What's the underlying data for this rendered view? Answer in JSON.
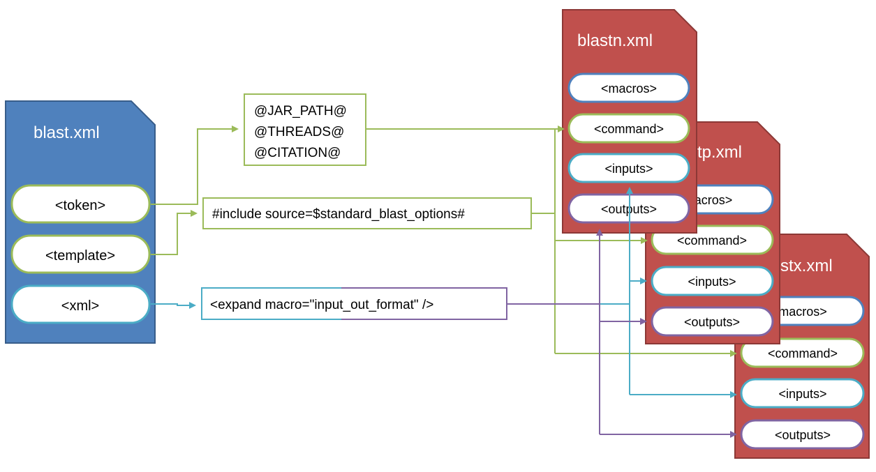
{
  "colors": {
    "blue_doc": "#4F81BD",
    "blue_doc_border": "#385D8A",
    "red_doc": "#C0504D",
    "red_doc_border": "#8C3836",
    "green": "#9BBB59",
    "cyan": "#4BACC6",
    "purple": "#8064A2",
    "steel_blue": "#4F81BD"
  },
  "source_doc": {
    "title": "blast.xml",
    "items": [
      "<token>",
      "<template>",
      "<xml>"
    ]
  },
  "snippets": {
    "tokens": [
      "@JAR_PATH@",
      "@THREADS@",
      "@CITATION@"
    ],
    "include": "#include source=$standard_blast_options#",
    "expand": "<expand macro=\"input_out_format\" />"
  },
  "target_docs": [
    {
      "title": "blastn.xml",
      "items": [
        "<macros>",
        "<command>",
        "<inputs>",
        "<outputs>"
      ]
    },
    {
      "title": "tp.xml",
      "items": [
        "acros>",
        "<command>",
        "<inputs>",
        "<outputs>"
      ]
    },
    {
      "title": "stx.xml",
      "items": [
        "macros>",
        "<command>",
        "<inputs>",
        "<outputs>"
      ]
    }
  ]
}
